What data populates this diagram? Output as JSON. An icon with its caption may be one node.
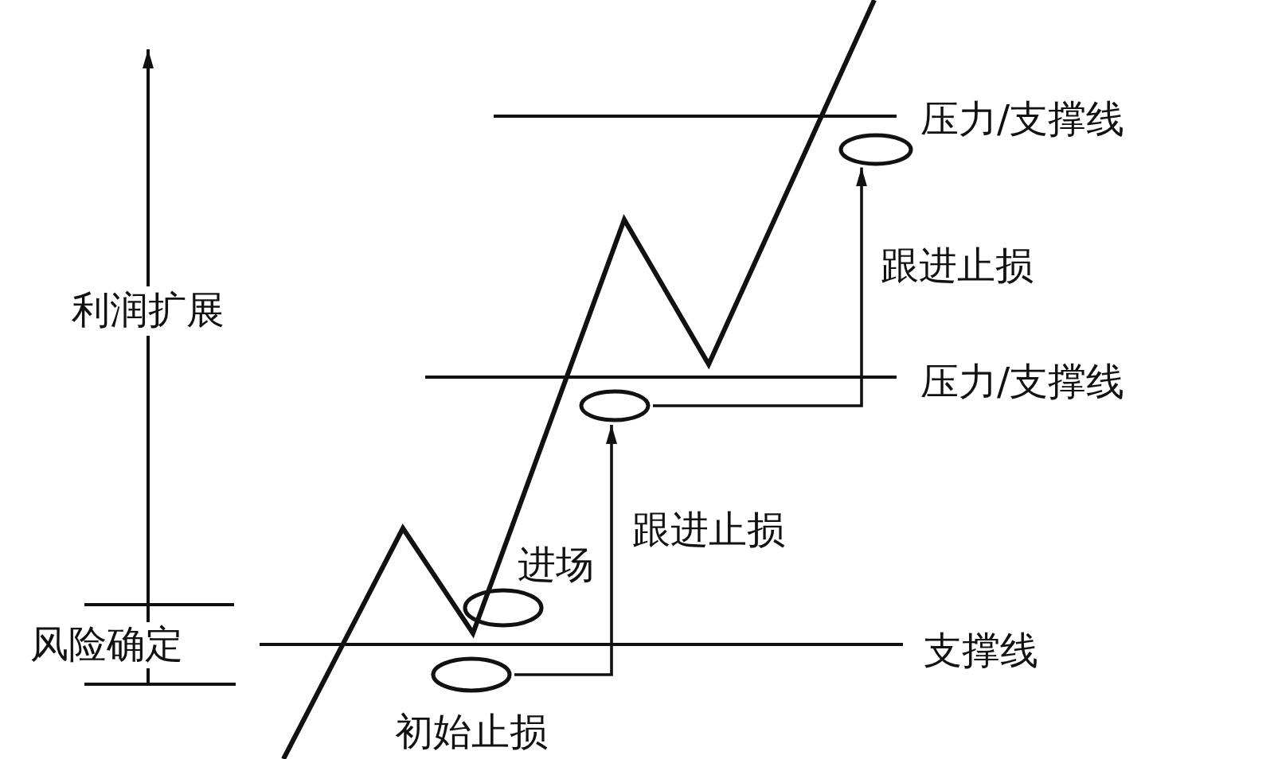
{
  "diagram": {
    "nodes": [
      {
        "text": [],
        "shape": "ellipse"
      },
      {
        "text": [],
        "shape": "ellipse"
      },
      {
        "text": [],
        "shape": "ellipse",
        "beside": [
          "进场"
        ]
      },
      {
        "text": [],
        "shape": "ellipse",
        "beside": [
          "初始止损"
        ]
      }
    ],
    "edges": [
      {
        "from": 3,
        "to": 1,
        "arrow": "to",
        "label": "跟进止损"
      },
      {
        "from": 1,
        "to": 0,
        "arrow": "to",
        "label": "跟进止损"
      }
    ],
    "labels": [
      "压力/支撑线",
      "利润扩展",
      "压力/支撑线",
      "风险确定",
      "支撑线"
    ]
  }
}
